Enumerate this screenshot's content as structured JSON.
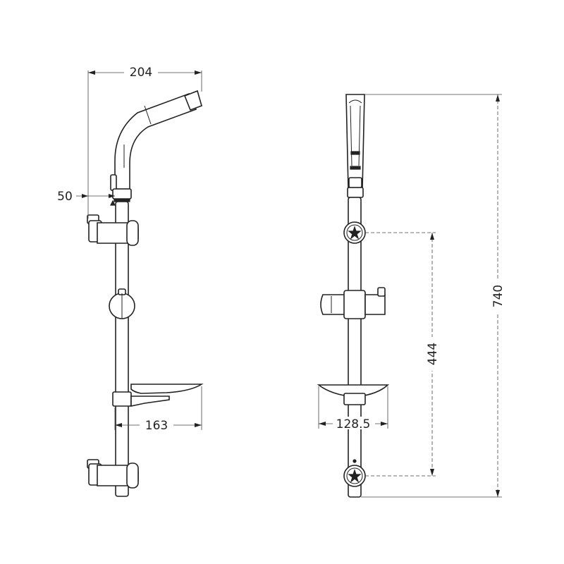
{
  "dimensions": {
    "width_total": "204",
    "head_offset": "50",
    "soap_dish_side": "163",
    "soap_dish_front": "128.5",
    "bracket_spacing": "444",
    "total_height": "740"
  }
}
